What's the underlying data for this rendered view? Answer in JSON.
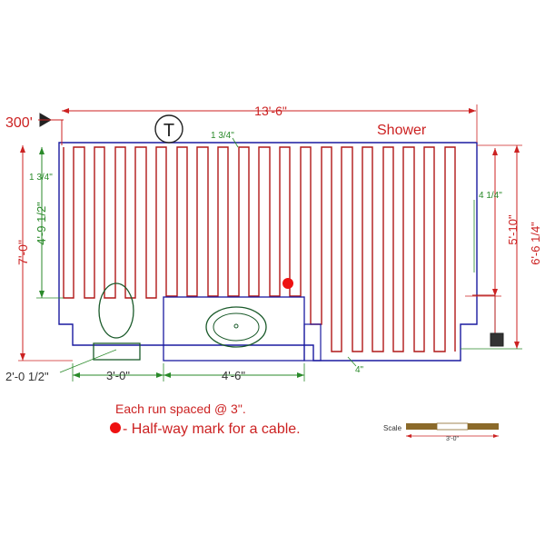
{
  "labels": {
    "source": "300'",
    "overall_width": "13'-6\"",
    "thermostat": "T",
    "top_gap": "1 3/4\"",
    "shower": "Shower",
    "left_gap": "1 3/4\"",
    "left_run": "4'-9 1/2\"",
    "overall_height": "7'-0\"",
    "right_gap": "4 1/4\"",
    "right_run": "5'-10\"",
    "right_height": "6'-6 1/4\"",
    "bottom_gap": "4\"",
    "toilet_offset": "2'-0 1/2\"",
    "toilet_width": "3'-0\"",
    "vanity_width": "4'-6\""
  },
  "notes": {
    "spacing": "Each run spaced @ 3\".",
    "halfway": "- Half-way mark for a cable."
  },
  "scale": {
    "label": "Scale",
    "value": "3'-0\""
  },
  "colors": {
    "wall": "#1a1aa0",
    "cable": "#b01818",
    "dimension_red": "#cc2222",
    "dimension_green": "#2a8a2a",
    "fixture": "#1a5a2a",
    "halfway_mark": "#ee1111",
    "scale_bar": "#8b6a2a"
  }
}
